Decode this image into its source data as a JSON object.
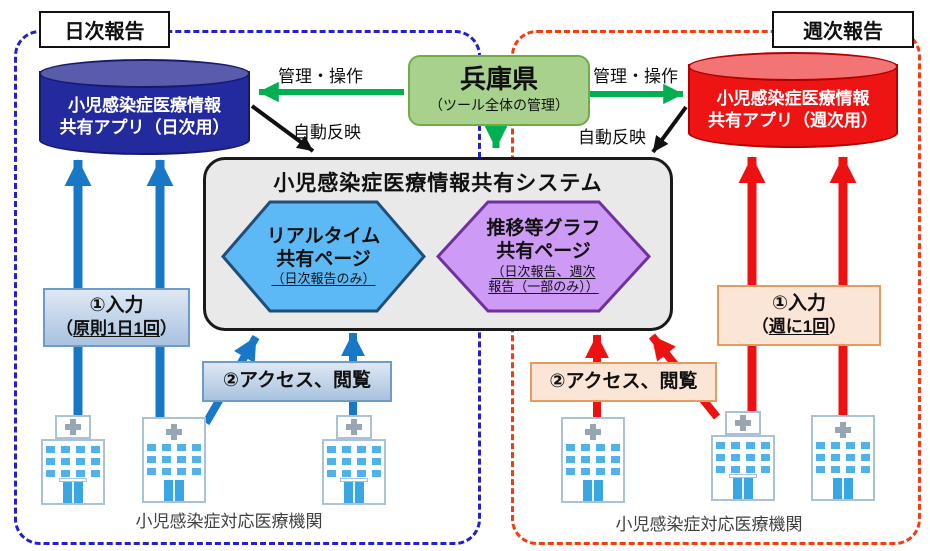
{
  "colors": {
    "daily_accent": "#2222CC",
    "weekly_accent": "#F63A12",
    "daily_db_fill": "#232A9E",
    "weekly_db_fill": "#EE1414",
    "prefecture_fill": "#A9D18E",
    "manage_arrow_green": "#00B050",
    "input_arrow_blue": "#1878C8",
    "input_arrow_red": "#EE1111",
    "realtime_hex_fill": "#5CB9F5",
    "graph_hex_fill": "#CD9AF5"
  },
  "daily": {
    "tag": "日次報告",
    "db_name_line1": "小児感染症医療情報",
    "db_name_line2": "共有アプリ（日次用）",
    "input": {
      "title": "①入力",
      "open": "（",
      "freq": "原則1日1回",
      "close": "）"
    },
    "access": "②アクセス、閲覧",
    "facilities": "小児感染症対応医療機関"
  },
  "weekly": {
    "tag": "週次報告",
    "db_name_line1": "小児感染症医療情報",
    "db_name_line2": "共有アプリ（週次用）",
    "input": {
      "title": "①入力",
      "open": "（",
      "freq": "週に1回",
      "close": "）"
    },
    "access": "②アクセス、閲覧",
    "facilities": "小児感染症対応医療機関"
  },
  "prefecture": {
    "name": "兵庫県",
    "role": "（ツール全体の管理）"
  },
  "labels": {
    "manage_left": "管理・操作",
    "manage_right": "管理・操作",
    "auto_reflect_left": "自動反映",
    "auto_reflect_right": "自動反映"
  },
  "system": {
    "title": "小児感染症医療情報共有システム",
    "realtime": {
      "line1": "リアルタイム",
      "line2": "共有ページ",
      "note": "（日次報告のみ）"
    },
    "graph": {
      "line1": "推移等グラフ",
      "line2": "共有ページ",
      "note1": "（日次報告、週次",
      "note2": "報告（一部のみ））"
    }
  }
}
